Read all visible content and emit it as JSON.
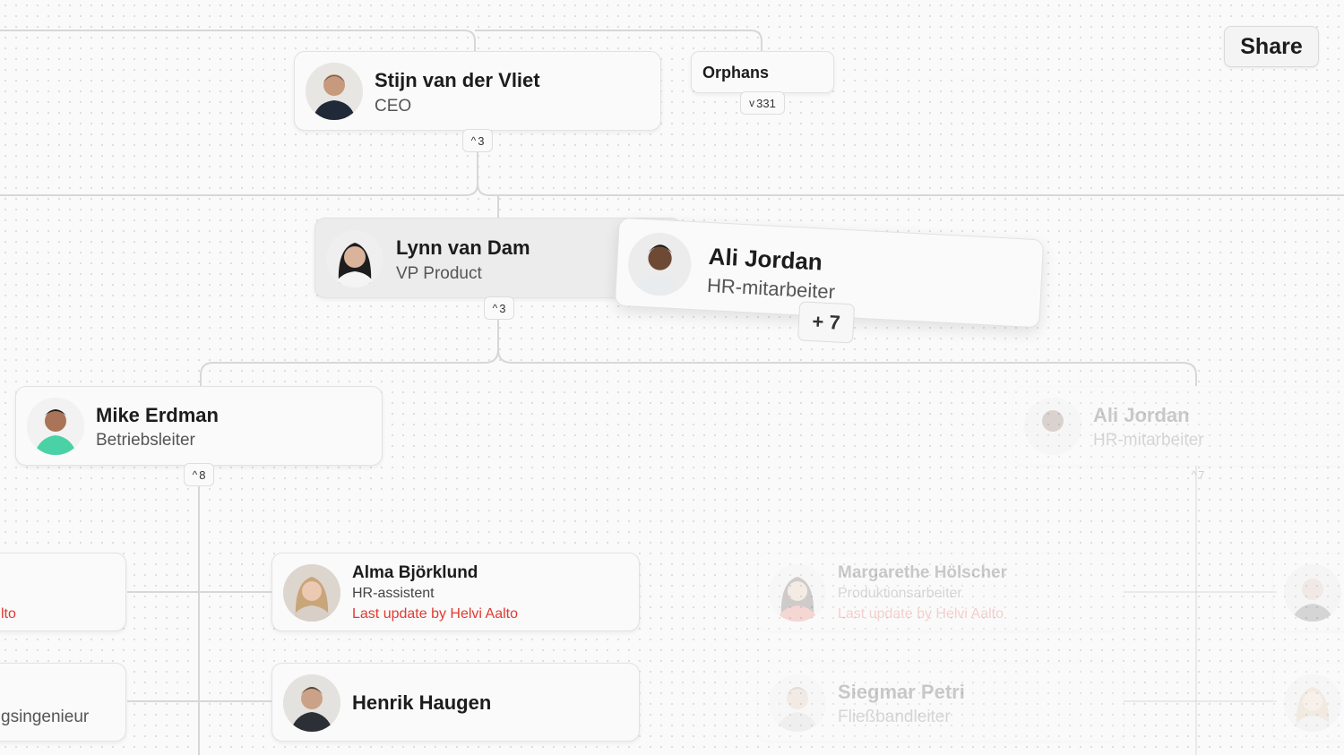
{
  "toolbar": {
    "share_label": "Share"
  },
  "colors": {
    "accent_red": "#e03a2f",
    "highlight_card": "#ececec",
    "connector": "#d7d7d7"
  },
  "nodes": {
    "ceo": {
      "name": "Stijn van der Vliet",
      "role": "CEO",
      "reports": "3"
    },
    "orphans": {
      "name": "Orphans",
      "count": "331"
    },
    "vp": {
      "name": "Lynn van Dam",
      "role": "VP Product",
      "reports": "3"
    },
    "dragged": {
      "name": "Ali Jordan",
      "role": "HR-mitarbeiter",
      "more": "+ 7"
    },
    "mike": {
      "name": "Mike Erdman",
      "role": "Betriebsleiter",
      "reports": "8"
    },
    "ali_ghost": {
      "name": "Ali Jordan",
      "role": "HR-mitarbeiter",
      "reports": "7"
    },
    "left1": {
      "update_fragment": "lto"
    },
    "left2": {
      "role_fragment": "gsingenieur"
    },
    "alma": {
      "name": "Alma Björklund",
      "role": "HR-assistent",
      "update": "Last update by Helvi Aalto"
    },
    "henrik": {
      "name": "Henrik Haugen"
    },
    "margarethe": {
      "name": "Margarethe Hölscher",
      "role": "Produktionsarbeiter",
      "update": "Last update by Helvi Aalto"
    },
    "siegmar": {
      "name": "Siegmar Petri",
      "role": "Fließbandleiter"
    }
  }
}
